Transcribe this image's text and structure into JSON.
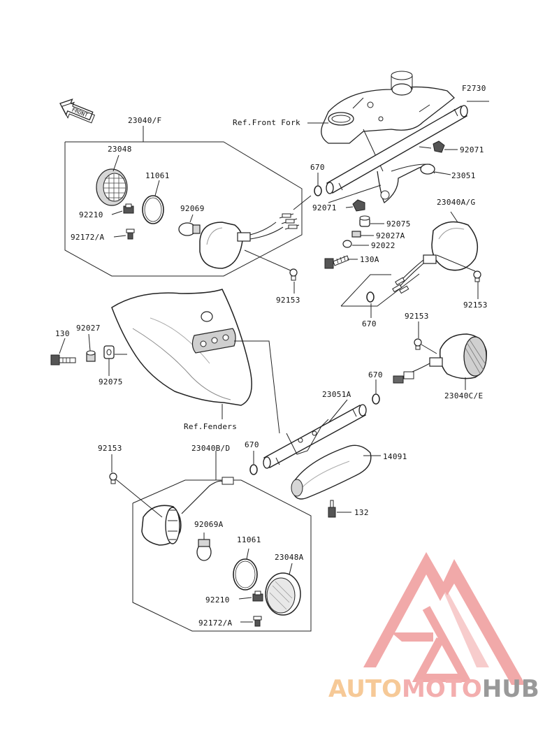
{
  "figure_code": "F2730",
  "orientation_tag": "FRONT",
  "references": {
    "front_fork": "Ref.Front Fork",
    "fenders": "Ref.Fenders"
  },
  "part_numbers": [
    "23040/F",
    "23048",
    "11061",
    "92210",
    "92172/A",
    "92069",
    "92153",
    "670",
    "92071",
    "23051",
    "92075",
    "92027A",
    "92022",
    "130A",
    "23040A/G",
    "130",
    "92027",
    "23051A",
    "23040C/E",
    "14091",
    "132",
    "23040B/D",
    "92069A",
    "23048A"
  ],
  "watermark": {
    "text_auto": "AUTO",
    "text_moto": "MOTO",
    "text_hub": "HUB",
    "color_auto": "#f6c48c",
    "color_moto": "#f2a6a6",
    "color_hub": "#8f8f8f",
    "triangle_color": "#f0a0a0"
  }
}
